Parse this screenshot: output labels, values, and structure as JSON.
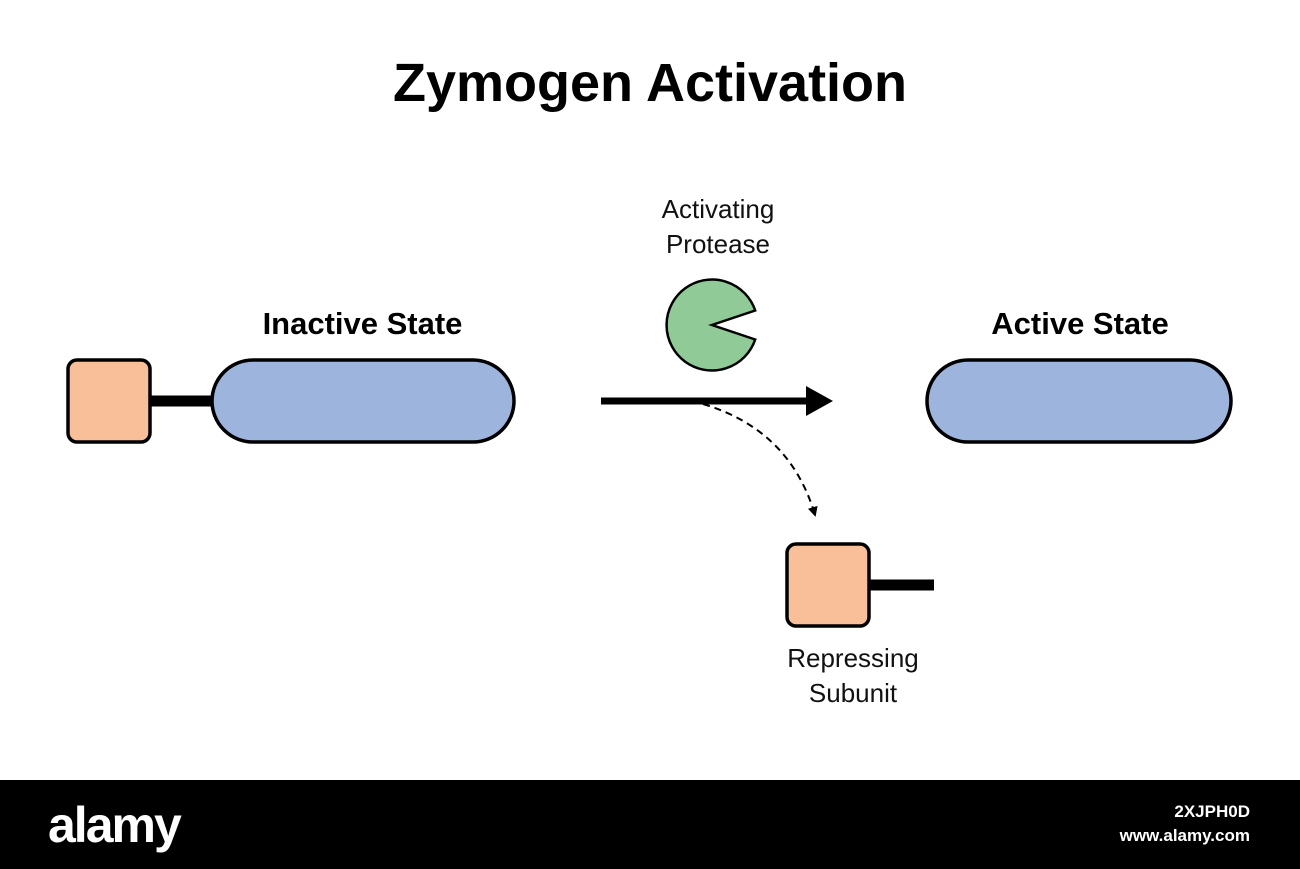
{
  "title": "Zymogen Activation",
  "inactive_label": "Inactive State",
  "active_label": "Active State",
  "protease_label": [
    "Activating",
    "Protease"
  ],
  "subunit_label": [
    "Repressing",
    "Subunit"
  ],
  "colors": {
    "subunit_fill": "#f8bf98",
    "enzyme_fill": "#9db4dc",
    "protease_fill": "#8fca97",
    "stroke": "#000000",
    "footer_bg": "#000000"
  },
  "footer": {
    "brand": "alamy",
    "image_id": "2XJPH0D",
    "site": "www.alamy.com"
  }
}
